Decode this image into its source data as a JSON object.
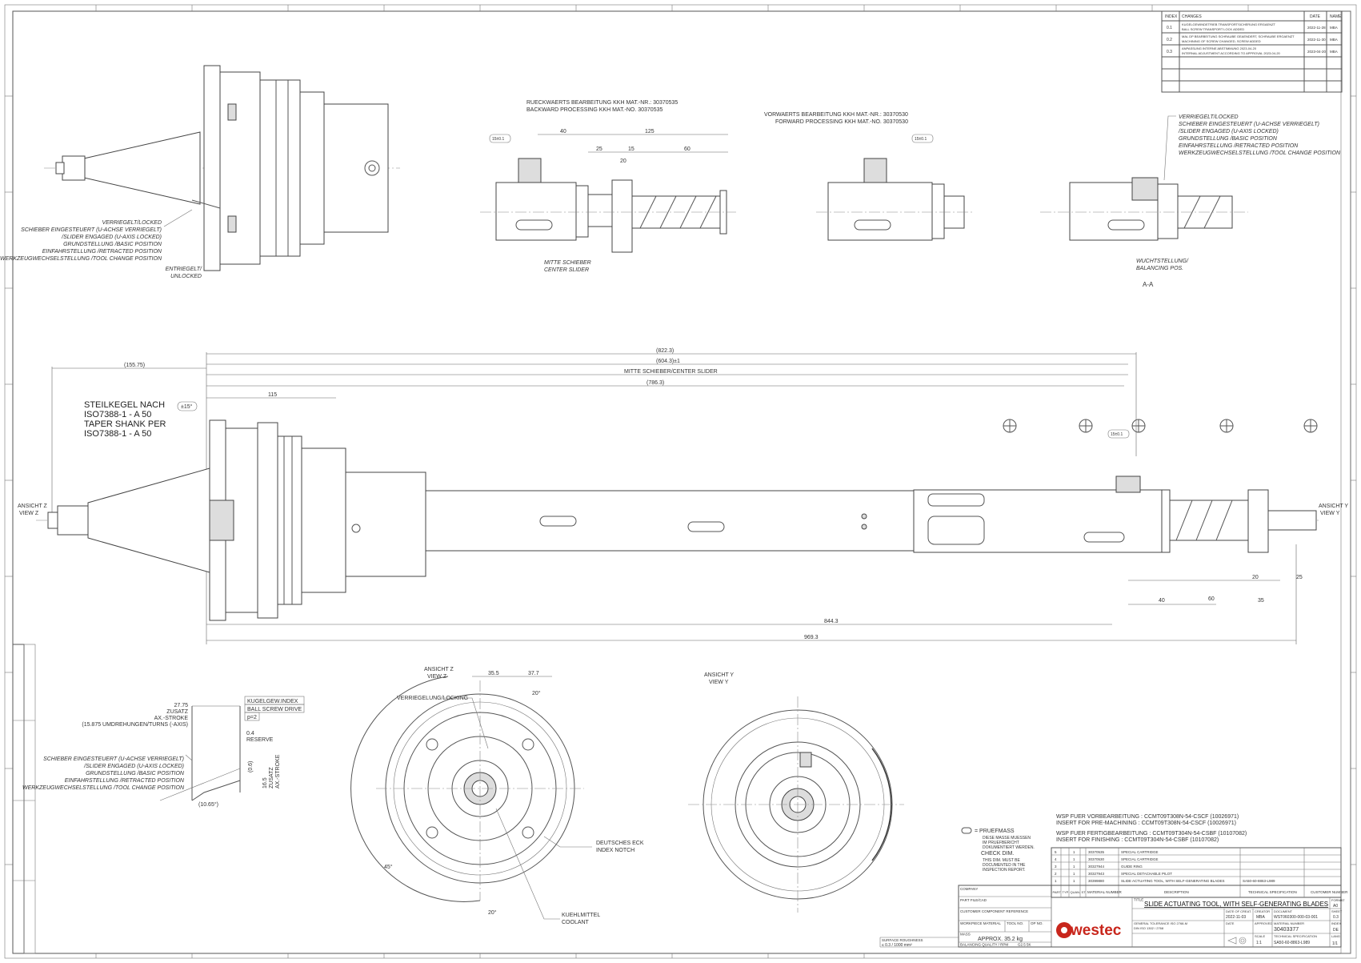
{
  "revisions": {
    "headers": {
      "index": "INDEX",
      "changes": "CHANGES",
      "date": "DATE",
      "name": "NAME"
    },
    "rows": [
      {
        "index": "0.1",
        "line1": "KUGELGEWINDETRIEB TRANSPORTSICHERUNG ERGAENZT",
        "line2": "BALL SCREW TRANSPORT LOCK ADDED",
        "date": "2022-11-28",
        "name": "MBA"
      },
      {
        "index": "0.2",
        "line1": "MAL DP BEARBEITUNG SCHRAUBE GEAENDERT, SCHRAUBE ERGAENZT",
        "line2": "MACHINING OF SCREW CHANGED, SCREW ADDED",
        "date": "2022-11-30",
        "name": "MBA"
      },
      {
        "index": "0.3",
        "line1": "ANPASSUNG INTERNE ABSTIMMUNG 2023-04-20",
        "line2": "INTERNAL ADJUSTMENT ACCORDING TO APPROVAL 2023-04-20",
        "date": "2023-04-20",
        "name": "MBA"
      }
    ]
  },
  "top_views": {
    "hub_labels": [
      "VERRIEGELT/LOCKED",
      "SCHIEBER EINGESTEUERT (U-ACHSE VERRIEGELT)",
      "/SLIDER ENGAGED (U-AXIS LOCKED)",
      "GRUNDSTELLUNG /BASIC POSITION",
      "EINFAHRSTELLUNG /RETRACTED POSITION",
      "WERKZEUGWECHSELSTELLUNG /TOOL CHANGE POSITION"
    ],
    "unlocked": [
      "ENTRIEGELT/",
      "UNLOCKED"
    ],
    "backward": [
      "RUECKWAERTS BEARBEITUNG KKH MAT.-NR.: 30370535",
      "BACKWARD PROCESSING KKH MAT.-NO. 30370535"
    ],
    "forward": [
      "VORWAERTS BEARBEITUNG KKH MAT.-NR.: 30370530",
      "FORWARD PROCESSING KKH MAT.-NO. 30370530"
    ],
    "center_slider": [
      "MITTE SCHIEBER",
      "CENTER SLIDER"
    ],
    "balancing": [
      "WUCHTSTELLUNG/",
      "BALANCING POS."
    ],
    "section": "A-A",
    "dims_backward": [
      "40",
      "125",
      "25",
      "20",
      "15",
      "60"
    ],
    "dims_small": [
      "15±0.1",
      "15±0.1",
      "15±0.1"
    ]
  },
  "main_view": {
    "dims": {
      "d155": "(155.75)",
      "d822": "(822.3)",
      "d604": "(604.3)±1",
      "center_slider": "MITTE SCHIEBER/CENTER SLIDER",
      "d786": "(786.3)",
      "d115": "115",
      "d844": "844.3",
      "d969": "969.3",
      "d40": "40",
      "d60": "60",
      "d35": "35",
      "d20": "20",
      "d25": "25",
      "angle": "±15°"
    },
    "taper": [
      "STEILKEGEL NACH",
      "ISO7388-1 - A 50",
      "TAPER SHANK PER",
      "ISO7388-1 - A 50"
    ],
    "view_z": [
      "ANSICHT Z",
      "VIEW Z"
    ],
    "view_y": [
      "ANSICHT Y",
      "VIEW Y"
    ]
  },
  "bottom_views": {
    "view_z": [
      "ANSICHT Z",
      "VIEW Z"
    ],
    "view_y": [
      "ANSICHT Y",
      "VIEW Y"
    ],
    "locking": "VERRIEGELUNG/LOCKING",
    "index_notch": [
      "DEUTSCHES ECK",
      "INDEX NOTCH"
    ],
    "coolant": [
      "KUEHLMITTEL",
      "COOLANT"
    ],
    "dims": [
      "35.5",
      "37.7",
      "20°",
      "20°",
      "45°"
    ]
  },
  "stroke_diagram": {
    "stroke": [
      "27.75",
      "ZUSATZ",
      "AX.-STROKE",
      "(15.875 UMDREHUNGEN/TURNS (-AXIS)"
    ],
    "ball_screw": [
      "KUGELGEW.INDEX",
      "BALL SCREW DRIVE",
      "p=2"
    ],
    "reserve": [
      "0.4",
      "RESERVE"
    ],
    "side": [
      "(0.6)",
      "16.5",
      "ZUSATZ",
      "AX.-STROKE"
    ],
    "angle": "(10.65°)"
  },
  "legend": {
    "symbol": "= PRUEFMASS",
    "de": [
      "DIESE MASSE MUESSEN",
      "IM PRUEFBERICHT",
      "DOKUMENTIERT WERDEN."
    ],
    "check": "CHECK DIM.",
    "en": [
      "THIS DIM. MUST BE",
      "DOCUMENTED IN THE",
      "INSPECTION REPORT."
    ]
  },
  "inserts": [
    "WSP FUER VORBEARBEITUNG : CCMT09T308N-54-CSCF (10026971)",
    "INSERT FOR PRE-MACHINING : CCMT09T308N-54-CSCF (10026971)",
    "WSP FUER FERTIGBEARBEITUNG : CCMT09T304N-54-CSBF (10107082)",
    "INSERT FOR FINISHING : CCMT09T304N-54-CSBF (10107082)"
  ],
  "bom": {
    "headers": [
      "PART",
      "TYP",
      "QUAN.",
      "ST",
      "MATERIAL NUMBER",
      "DESCRIPTION",
      "TECHNICAL SPECIFICATION",
      "CUSTOMER NUMBER"
    ],
    "rows": [
      {
        "part": "5",
        "quan": "1",
        "material": "30370535",
        "desc": "SPECIAL CARTRIDGE",
        "spec": ""
      },
      {
        "part": "4",
        "quan": "1",
        "material": "30370530",
        "desc": "SPECIAL CARTRIDGE",
        "spec": ""
      },
      {
        "part": "3",
        "quan": "1",
        "material": "30327944",
        "desc": "GUIDE RING",
        "spec": ""
      },
      {
        "part": "2",
        "quan": "1",
        "material": "30327943",
        "desc": "SPECIAL DETACHABLE PILOT",
        "spec": ""
      },
      {
        "part": "1",
        "quan": "1",
        "material": "30399880",
        "desc": "SLIDE ACTUATING TOOL, WITH SELF-GENERATING BLADES",
        "spec": "SA50-60-8863-L989"
      }
    ]
  },
  "title_block": {
    "company_label": "COMPANY",
    "part_file": "PART FILE/CAD",
    "customer_ref": "CUSTOMER COMPONENT REFERENCE",
    "workpiece_material": "WORKPIECE MATERIAL",
    "tool_no": "TOOL NO.",
    "op_no": "OP NO.",
    "weight_label": "MASS",
    "weight": "APPROX. 35.2 kg",
    "balancing_label": "BALANCING QUALITY / RPM",
    "balancing": "G2.5 5K",
    "surface_label": "SURFACE ROUGHNESS",
    "surface": "≤ 0.3 / 1000 mm²",
    "logo": "westec",
    "title_label": "TITLE",
    "title": "SLIDE ACTUATING TOOL, WITH SELF-GENERATING BLADES",
    "created_label": "DATE OF CREAT.",
    "created": "2022-11-03",
    "creator_label": "CREATOR",
    "creator": "MBA",
    "document_label": "DOCUMENT",
    "document": "WST060300-000-03-001",
    "date_label": "DATE",
    "approved_label": "APPROVED",
    "material_no_label": "MATERIAL NUMBER",
    "material_no": "30403377",
    "tolerance_label": "GENERAL TOLERANCE ISO 2768-M",
    "tolerance": "DIN ISO 1302 / 2768",
    "scale_label": "SCALE",
    "scale": "1:1",
    "tech_spec_label": "TECHNICAL SPECIFICATION",
    "tech_spec": "SA50-60-8863-L989",
    "format_label": "FORMAT",
    "format": "A0",
    "sheet_label": "SHEET",
    "sheet": "1/1",
    "index_label": "INDEX",
    "index": "0.3",
    "lang_label": "LANG",
    "lang": "DE"
  }
}
